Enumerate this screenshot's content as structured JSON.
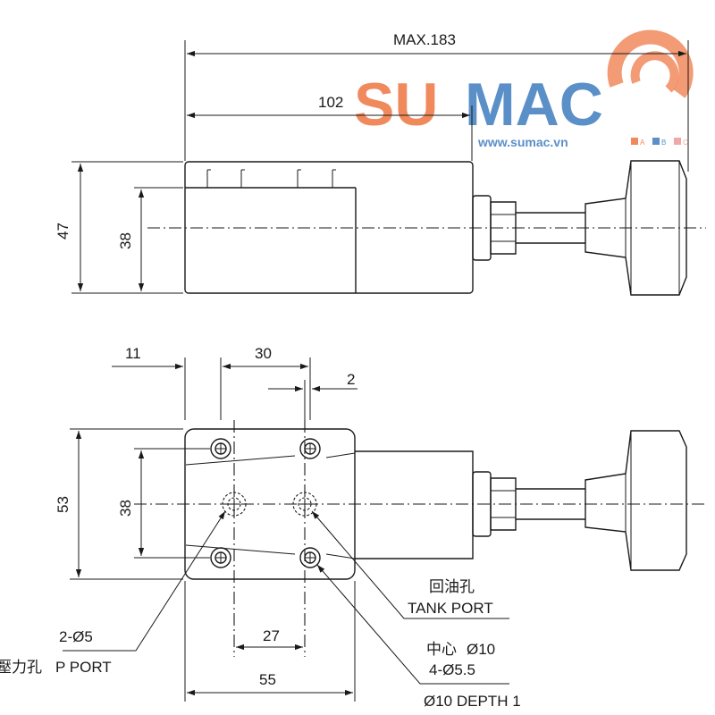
{
  "brand": {
    "name_part1": "SU",
    "name_part2": "MAC",
    "website": "www.sumac.vn",
    "tags": [
      "A",
      "B",
      "C"
    ],
    "colors": {
      "orange": "#F08A5D",
      "blue": "#5B8FC7",
      "pink": "#F2A7A7"
    }
  },
  "top_view": {
    "dim_overall": "MAX.183",
    "dim_body": "102",
    "dim_height_outer": "47",
    "dim_height_inner": "38"
  },
  "bottom_view": {
    "dim_left_offset": "11",
    "dim_hole_spacing": "30",
    "dim_small": "2",
    "dim_height_outer": "53",
    "dim_height_inner": "38",
    "dim_lower_spacing": "27",
    "dim_width": "55"
  },
  "callouts": {
    "tank_port_cn": "回油孔",
    "tank_port_en": "TANK PORT",
    "p_port_spec": "2-Ø5",
    "p_port_cn": "壓力孔",
    "p_port_en": "P PORT",
    "center_cn": "中心",
    "center_spec": "Ø10",
    "holes_spec": "4-Ø5.5",
    "depth_spec": "Ø10 DEPTH 1"
  }
}
